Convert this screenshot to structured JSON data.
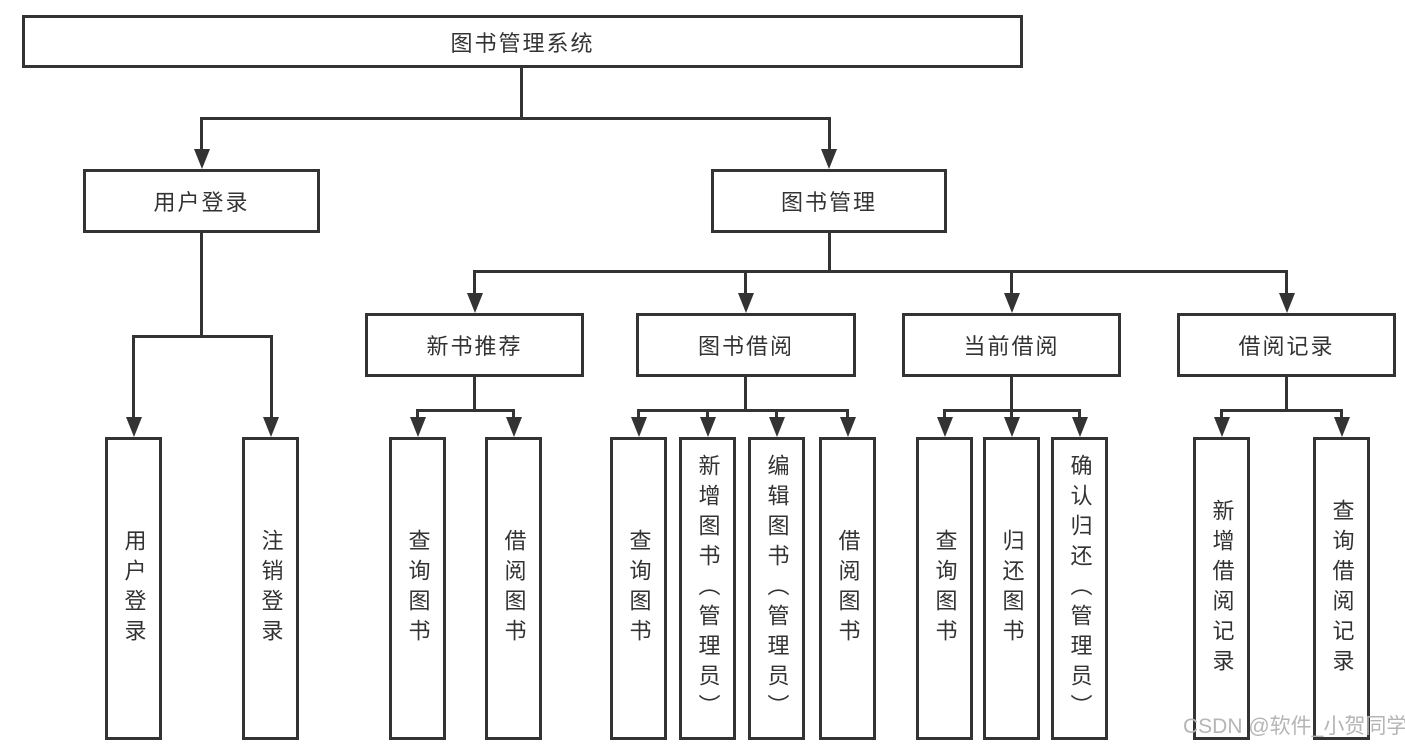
{
  "diagram": {
    "title": "图书管理系统",
    "line_color": "#333333",
    "box_fill": "#ffffff",
    "text_color": "#333333",
    "nodes": {
      "root": "图书管理系统",
      "user_login": "用户登录",
      "book_mgmt": "图书管理",
      "new_book": "新书推荐",
      "book_borrow": "图书借阅",
      "current_borrow": "当前借阅",
      "borrow_record": "借阅记录",
      "leaf_user_login": "用户登录",
      "leaf_logout": "注销登录",
      "leaf_nb_query": "查询图书",
      "leaf_nb_borrow": "借阅图书",
      "leaf_bb_query": "查询图书",
      "leaf_bb_add": "新增图书（管理员）",
      "leaf_bb_edit": "编辑图书（管理员）",
      "leaf_bb_borrow": "借阅图书",
      "leaf_cb_query": "查询图书",
      "leaf_cb_return": "归还图书",
      "leaf_cb_confirm": "确认归还（管理员）",
      "leaf_br_add": "新增借阅记录",
      "leaf_br_query": "查询借阅记录"
    },
    "watermark": "CSDN @软件_小贺同学"
  }
}
